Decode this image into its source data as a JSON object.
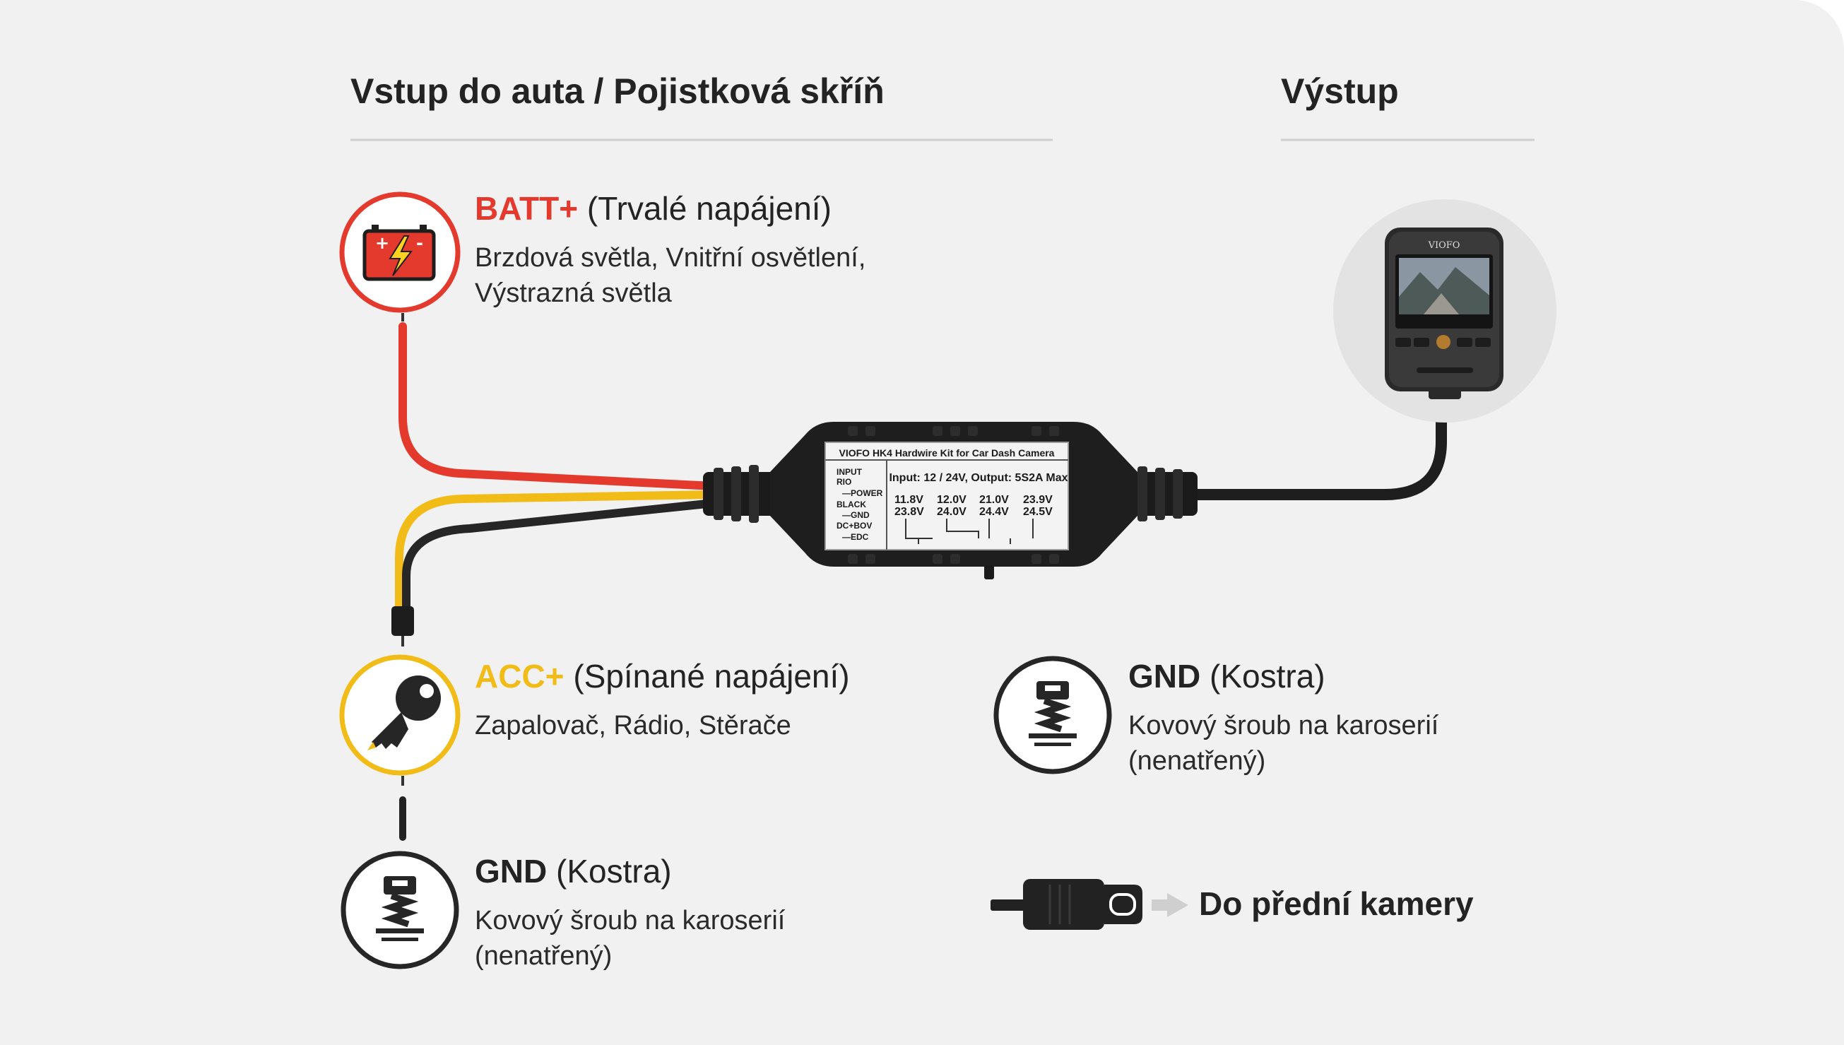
{
  "headings": {
    "input": "Vstup do auta / Pojistková skříň",
    "output": "Výstup"
  },
  "batt": {
    "name": "BATT+",
    "paren": "(Trvalé napájení)",
    "line1": "Brzdová světla, Vnitřní osvětlení,",
    "line2": "Výstrazná světla"
  },
  "acc": {
    "name": "ACC+",
    "paren": "(Spínané napájení)",
    "line1": "Zapalovač, Rádio, Stěrače"
  },
  "gnd_left": {
    "name": "GND",
    "paren": "(Kostra)",
    "line1": "Kovový šroub na karoserií",
    "line2": "(nenatřený)"
  },
  "gnd_right": {
    "name": "GND",
    "paren": "(Kostra)",
    "line1": "Kovový šroub na karoserií",
    "line2": "(nenatřený)"
  },
  "output_label": "Do přední kamery",
  "hardwire_box": {
    "title": "VIOFO HK4 Hardwire Kit for Car Dash Camera",
    "input_col": [
      "INPUT",
      "RIO",
      "—POWER",
      "BLACK",
      "—GND",
      "DC+BOV",
      "—EDC"
    ],
    "spec": "Input: 12 / 24V, Output: 5S2A Max",
    "voltages_row1": [
      "11.8V",
      "12.0V",
      "21.0V",
      "23.9V"
    ],
    "voltages_row2": [
      "23.8V",
      "24.0V",
      "24.4V",
      "24.5V"
    ]
  },
  "camera_brand": "VIOFO",
  "colors": {
    "batt": "#e43a2e",
    "acc": "#f2bc18",
    "gnd": "#222222",
    "background": "#f1f1f1"
  },
  "icons": [
    "car-battery-icon",
    "ignition-key-icon",
    "ground-screw-icon",
    "usb-c-plug-icon",
    "dash-camera-icon"
  ]
}
